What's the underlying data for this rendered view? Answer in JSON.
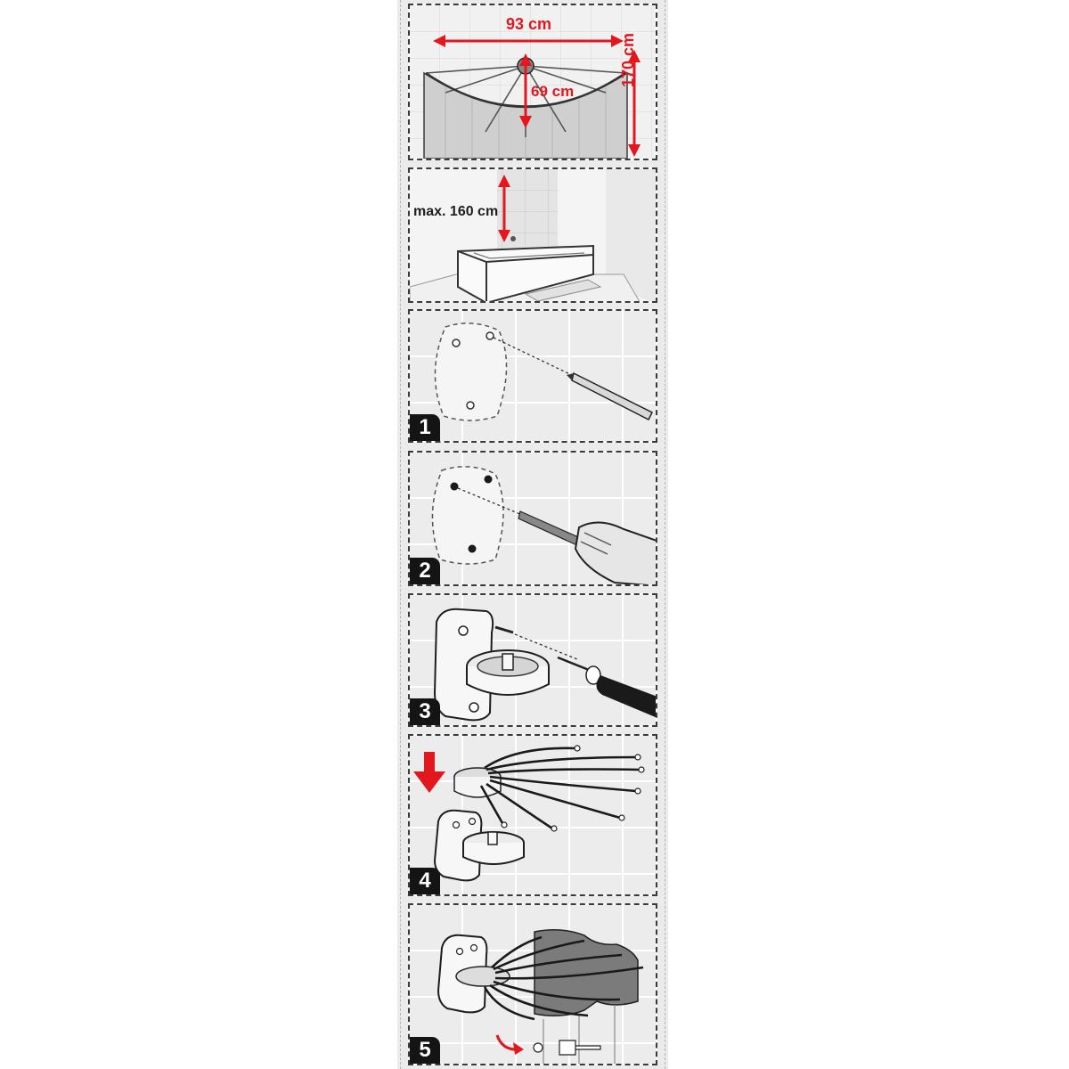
{
  "measurements": {
    "width": "93 cm",
    "depth": "69 cm",
    "height": "170 cm",
    "max_height": "max. 160 cm"
  },
  "steps": [
    "1",
    "2",
    "3",
    "4",
    "5"
  ],
  "colors": {
    "accent": "#e3171e",
    "line": "#1e1e1e",
    "background": "#ebebeb",
    "tile": "#e2e2e2"
  }
}
